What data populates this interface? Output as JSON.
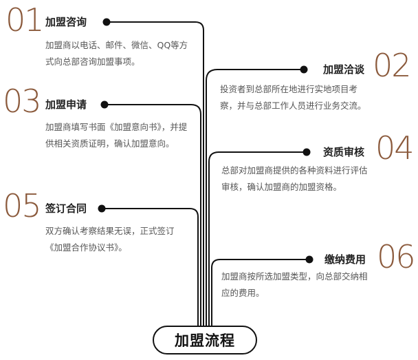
{
  "center_label": "加盟流程",
  "steps": [
    {
      "number": "01",
      "title": "加盟咨询",
      "description": "加盟商以电话、邮件、微信、QQ等方式向总部咨询加盟事项。"
    },
    {
      "number": "02",
      "title": "加盟洽谈",
      "description": "投资者到总部所在地进行实地项目考察，并与总部工作人员进行业务交流。"
    },
    {
      "number": "03",
      "title": "加盟申请",
      "description": "加盟商填写书面《加盟意向书》，并提供相关资质证明，确认加盟意向。"
    },
    {
      "number": "04",
      "title": "资质审核",
      "description": "总部对加盟商提供的各种资料进行评估审核，确认加盟商的加盟资格。"
    },
    {
      "number": "05",
      "title": "签订合同",
      "description": "双方确认考察结果无误，正式签订《加盟合作协议书》。"
    },
    {
      "number": "06",
      "title": "缴纳费用",
      "description": "加盟商按所选加盟类型，向总部交纳相应的费用。"
    }
  ]
}
